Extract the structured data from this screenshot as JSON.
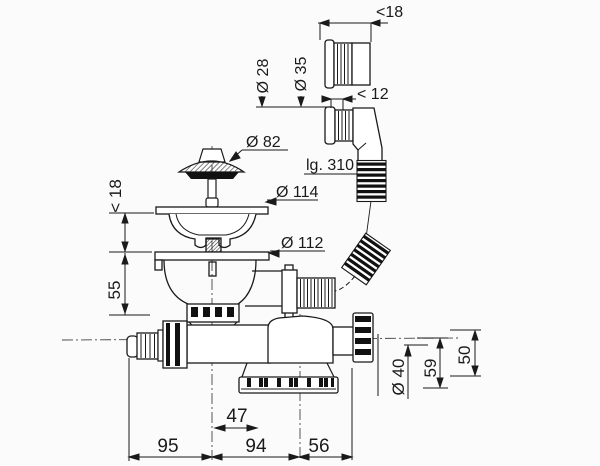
{
  "drawing": {
    "kind": "technical dimension drawing",
    "subject": "sink strainer drain and trap assembly"
  },
  "colors": {
    "line": "#1a1a1a",
    "background": "#fbfbfb",
    "fill": "#ffffff",
    "rib_fill": "#111111"
  },
  "labels": {
    "lt18_top": "<18",
    "lt12": "< 12",
    "dia28": "Ø 28",
    "dia35": "Ø 35",
    "dia82": "Ø 82",
    "lg310": "lg. 310",
    "dia114": "Ø 114",
    "dia112": "Ø 112",
    "lt18_left": "< 18",
    "h55": "55",
    "w47": "47",
    "w95": "95",
    "w94": "94",
    "w56": "56",
    "dia40": "Ø 40",
    "h59": "59",
    "h50": "50"
  }
}
